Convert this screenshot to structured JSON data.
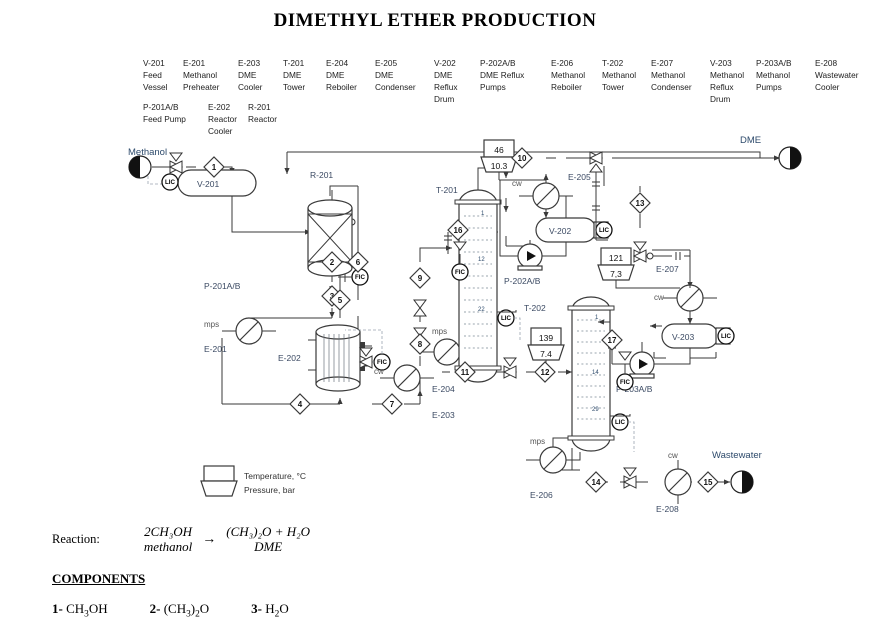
{
  "title": "DIMETHYL ETHER PRODUCTION",
  "equipment_legend": {
    "row1": [
      {
        "tag": "V-201",
        "desc": "Feed Vessel"
      },
      {
        "tag": "E-201",
        "desc": "Methanol Preheater"
      },
      {
        "tag": "E-203",
        "desc": "DME Cooler"
      },
      {
        "tag": "T-201",
        "desc": "DME Tower"
      },
      {
        "tag": "E-204",
        "desc": "DME Reboiler"
      },
      {
        "tag": "E-205",
        "desc": "DME Condenser"
      },
      {
        "tag": "V-202",
        "desc": "DME Reflux Drum"
      },
      {
        "tag": "P-202A/B",
        "desc": "DME Reflux Pumps"
      },
      {
        "tag": "E-206",
        "desc": "Methanol Reboiler"
      },
      {
        "tag": "T-202",
        "desc": "Methanol Tower"
      },
      {
        "tag": "E-207",
        "desc": "Methanol Condenser"
      },
      {
        "tag": "V-203",
        "desc": "Methanol Reflux Drum"
      },
      {
        "tag": "P-203A/B",
        "desc": "Methanol Pumps"
      },
      {
        "tag": "E-208",
        "desc": "Wastewater Cooler"
      }
    ],
    "row2": [
      {
        "tag": "P-201A/B",
        "desc": "Feed Pump"
      },
      {
        "tag": "E-202",
        "desc": "Reactor Cooler"
      },
      {
        "tag": "R-201",
        "desc": "Reactor"
      }
    ]
  },
  "equipment_labels": {
    "v201": "V-201",
    "p201": "P-201A/B",
    "e201": "E-201",
    "e202": "E-202",
    "r201": "R-201",
    "e203": "E-203",
    "e204": "E-204",
    "t201": "T-201",
    "e205": "E-205",
    "v202": "V-202",
    "p202": "P-202A/B",
    "t202": "T-202",
    "e206": "E-206",
    "e207": "E-207",
    "v203": "V-203",
    "p203": "P-203A/B",
    "e208": "E-208"
  },
  "terminals": {
    "feed": "Methanol",
    "product": "DME",
    "waste": "Wastewater"
  },
  "utilities": {
    "mps_e201": "mps",
    "mps_e204": "mps",
    "mps_e206": "mps",
    "cw_e203": "cw",
    "cw_e205": "cw",
    "cw_e207": "cw",
    "cw_e208": "cw"
  },
  "stream_numbers": [
    "1",
    "2",
    "3",
    "4",
    "5",
    "6",
    "7",
    "8",
    "9",
    "10",
    "11",
    "12",
    "13",
    "14",
    "15",
    "16",
    "17"
  ],
  "controllers": [
    {
      "tag": "LIC",
      "unit": "V-201"
    },
    {
      "tag": "FIC",
      "unit": "P-201A/B discharge"
    },
    {
      "tag": "FIC",
      "unit": "E-202 cooling"
    },
    {
      "tag": "FIC",
      "unit": "T-201 reflux"
    },
    {
      "tag": "LIC",
      "unit": "V-202"
    },
    {
      "tag": "LIC",
      "unit": "T-201 bottoms"
    },
    {
      "tag": "FIC",
      "unit": "T-202 reflux"
    },
    {
      "tag": "LIC",
      "unit": "V-203"
    },
    {
      "tag": "LIC",
      "unit": "T-202 bottoms"
    }
  ],
  "condition_flags": [
    {
      "id": "t201-ovhd",
      "temperature": "46",
      "pressure": "10.3"
    },
    {
      "id": "t201-btms",
      "temperature": "121",
      "pressure": "7,3"
    },
    {
      "id": "t202-feed",
      "temperature": "139",
      "pressure": "7.4"
    }
  ],
  "tower_trays": {
    "t201": [
      "1",
      "12",
      "22"
    ],
    "t202": [
      "1",
      "14",
      "29"
    ]
  },
  "flag_legend": {
    "temperature": "Temperature, °C",
    "pressure": "Pressure, bar"
  },
  "reaction": {
    "label": "Reaction:",
    "reactant_formula": "2CH₃OH",
    "reactant_name": "methanol",
    "arrow": "→",
    "product_formula": "(CH₃)₂O + H₂O",
    "product_name": "DME"
  },
  "components": {
    "heading": "COMPONENTS",
    "items": [
      {
        "index": "1-",
        "formula_main": "CH",
        "sub1": "3",
        "formula_tail": "OH"
      },
      {
        "index": "2-",
        "formula": "(CH₃)₂O"
      },
      {
        "index": "3-",
        "formula": "H₂O"
      }
    ]
  }
}
